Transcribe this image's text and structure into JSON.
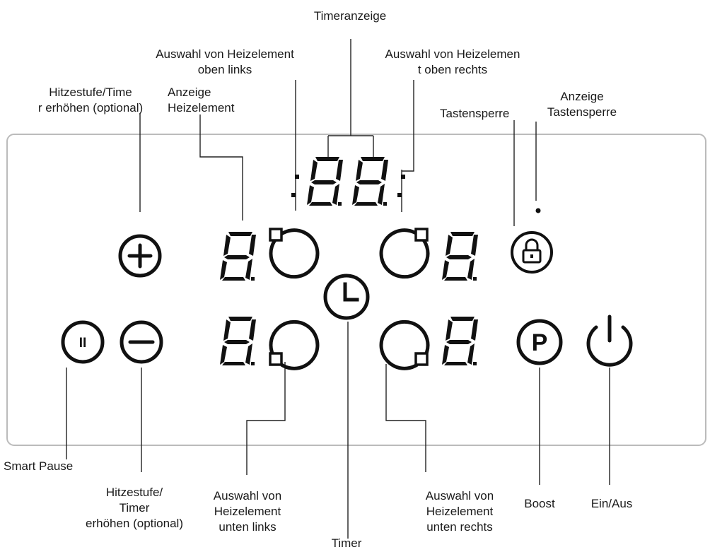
{
  "labels": {
    "timer_display": "Timeranzeige",
    "select_top_left": "Auswahl von Heizelement\noben links",
    "select_top_right": "Auswahl von Heizelemen\nt oben rechts",
    "increase": "Hitzestufe/Time\nr erhöhen (optional)",
    "zone_indicator": "Anzeige\nHeizelement",
    "key_lock": "Tastensperre",
    "key_lock_indicator": "Anzeige\nTastensperre",
    "smart_pause": "Smart Pause",
    "decrease": "Hitzestufe/\nTimer\nerhöhen (optional)",
    "select_bottom_left": "Auswahl von\nHeizelement\nunten links",
    "timer": "Timer",
    "select_bottom_right": "Auswahl von\nHeizelement\nunten rechts",
    "boost": "Boost",
    "on_off": "Ein/Aus"
  },
  "panel": {
    "zone_digit": "8",
    "pause_symbol": "II",
    "boost_symbol": "P"
  },
  "colors": {
    "stroke": "#111111",
    "panel_border": "#bbbbbb",
    "leader": "#222222"
  }
}
